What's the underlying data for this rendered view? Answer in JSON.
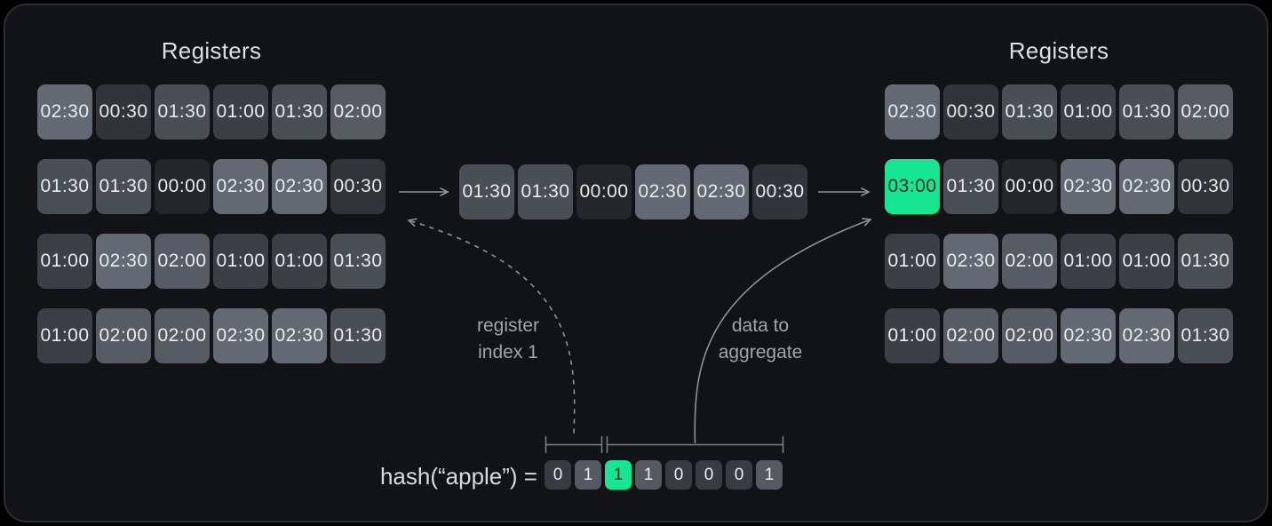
{
  "left_registers": {
    "title": "Registers",
    "rows": [
      [
        "02:30",
        "00:30",
        "01:30",
        "01:00",
        "01:30",
        "02:00"
      ],
      [
        "01:30",
        "01:30",
        "00:00",
        "02:30",
        "02:30",
        "00:30"
      ],
      [
        "01:00",
        "02:30",
        "02:00",
        "01:00",
        "01:00",
        "01:30"
      ],
      [
        "01:00",
        "02:00",
        "02:00",
        "02:30",
        "02:30",
        "01:30"
      ]
    ]
  },
  "merged_row": {
    "values": [
      "01:30",
      "01:30",
      "00:00",
      "02:30",
      "02:30",
      "00:30"
    ]
  },
  "right_registers": {
    "title": "Registers",
    "highlight_value": "03:00",
    "rows": [
      [
        "02:30",
        "00:30",
        "01:30",
        "01:00",
        "01:30",
        "02:00"
      ],
      [
        "03:00",
        "01:30",
        "00:00",
        "02:30",
        "02:30",
        "00:30"
      ],
      [
        "01:00",
        "02:30",
        "02:00",
        "01:00",
        "01:00",
        "01:30"
      ],
      [
        "01:00",
        "02:00",
        "02:00",
        "02:30",
        "02:30",
        "01:30"
      ]
    ]
  },
  "annotations": {
    "register_index": [
      "register",
      "index 1"
    ],
    "data_aggregate": [
      "data to",
      "aggregate"
    ]
  },
  "hash": {
    "label": "hash(“apple”) =",
    "bits": [
      "0",
      "1",
      "1",
      "1",
      "0",
      "0",
      "0",
      "1"
    ],
    "highlight_index": 2,
    "index_bits_count": 2
  },
  "colors": {
    "outer_bg": "#000000",
    "panel_bg": "#121316",
    "panel_border": "#2c2e31",
    "accent": "#16e591",
    "accent_text": "#0e2f22",
    "cell_text": "#e9eaeb",
    "title": "#dddfe1",
    "label_text": "#a2a4a7",
    "hash_text": "#dadbdd",
    "line": "#8f9194",
    "bracket": "#7e8083",
    "bit_zero": "#383b41",
    "bit_one": "#555a62",
    "bit_text": "#eceded",
    "value_colors": {
      "00:00": "#242629",
      "00:30": "#313439",
      "01:00": "#3c4046",
      "01:30": "#4a4f56",
      "02:00": "#575c64",
      "02:30": "#636973",
      "03:00": "#16e591"
    }
  }
}
